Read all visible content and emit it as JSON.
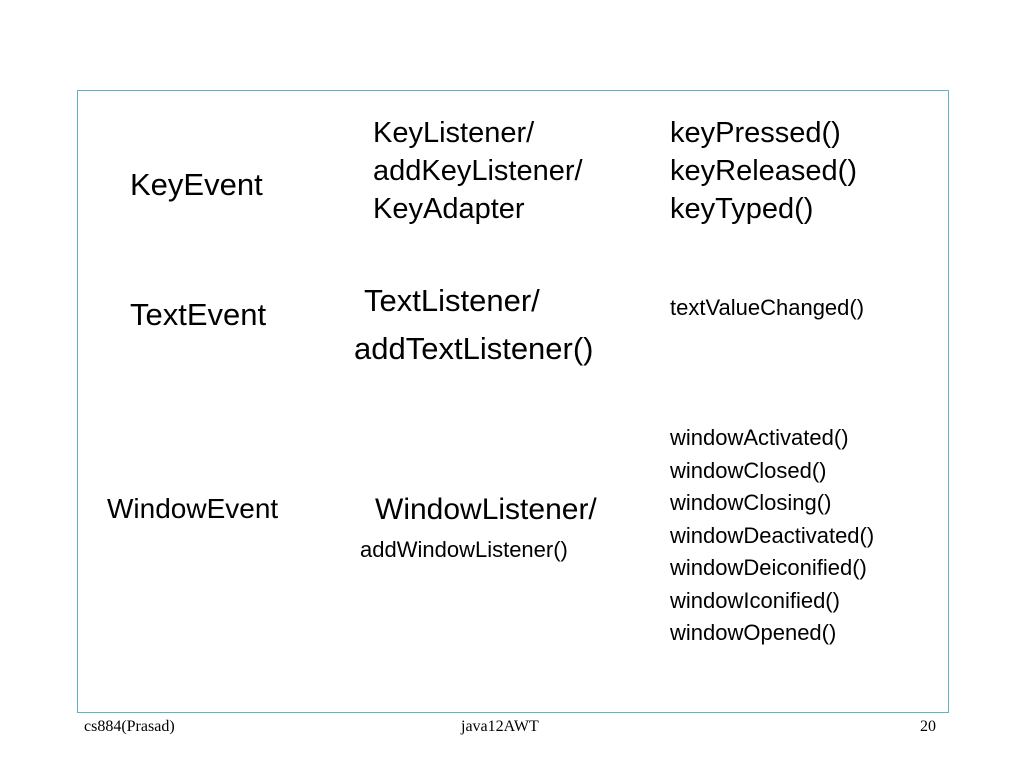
{
  "rows": [
    {
      "event": "KeyEvent",
      "listener_lines": [
        "KeyListener/",
        "addKeyListener/",
        "KeyAdapter"
      ],
      "methods": [
        "keyPressed()",
        "keyReleased()",
        "keyTyped()"
      ]
    },
    {
      "event": "TextEvent",
      "listener_lines": [
        "TextListener/",
        "addTextListener()"
      ],
      "methods": [
        "textValueChanged()"
      ]
    },
    {
      "event": "WindowEvent",
      "listener_lines": [
        "WindowListener/",
        "addWindowListener()"
      ],
      "methods": [
        "windowActivated()",
        "windowClosed()",
        "windowClosing()",
        "windowDeactivated()",
        "windowDeiconified()",
        "windowIconified()",
        "windowOpened()"
      ]
    }
  ],
  "footer": {
    "left": "cs884(Prasad)",
    "center": "java12AWT",
    "right": "20"
  },
  "colors": {
    "frame_border": "#5fb3c9"
  }
}
